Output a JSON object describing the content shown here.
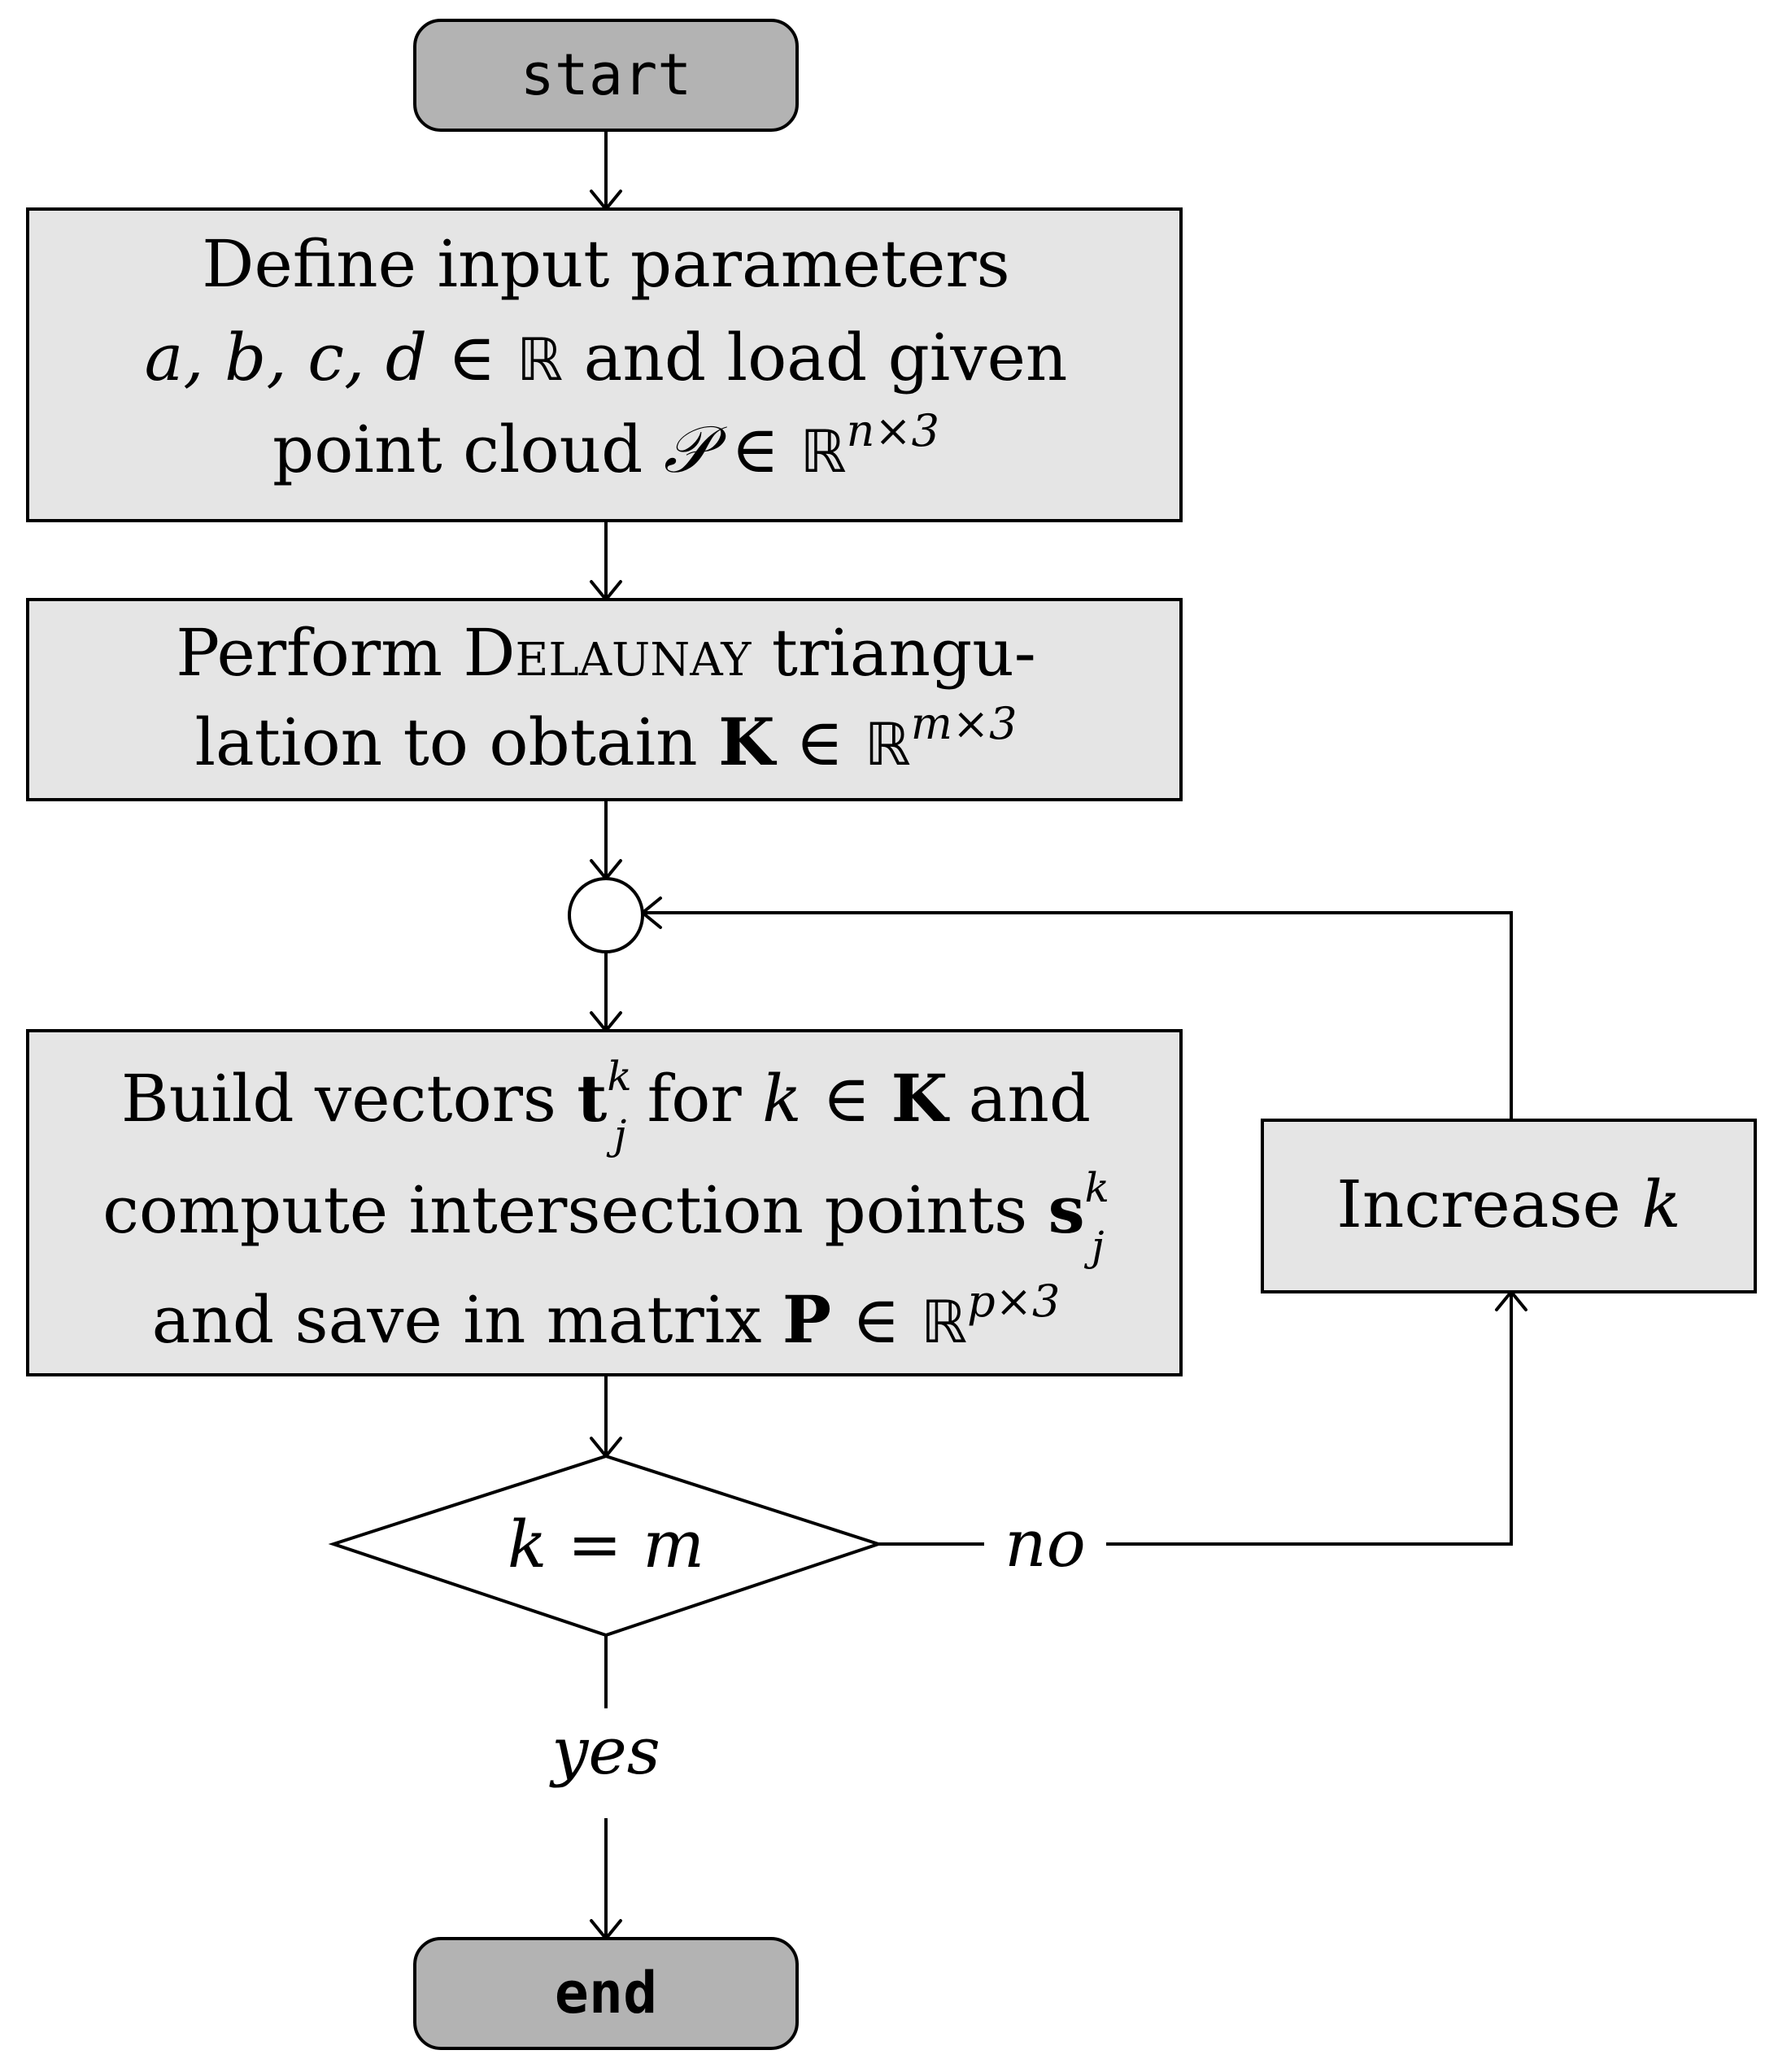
{
  "nodes": {
    "start": {
      "label": "start"
    },
    "define": {
      "line1": "Define input parameters",
      "line2_vars": "a, b, c, d",
      "line2_in": "∈",
      "line2_set": "ℝ",
      "line2_rest": "and load given",
      "line3_text": "point cloud",
      "line3_sym": "𝒫",
      "line3_in": "∈",
      "line3_set": "ℝ",
      "line3_sup": "n×3"
    },
    "delaunay": {
      "line1_pre": "Perform",
      "line1_name": "Delaunay",
      "line1_post": "triangu-",
      "line2_text": "lation to obtain",
      "line2_sym": "K",
      "line2_in": "∈",
      "line2_set": "ℝ",
      "line2_sup": "m×3"
    },
    "build": {
      "line1_pre": "Build vectors",
      "line1_vec": "t",
      "line1_sup": "k",
      "line1_sub": "j",
      "line1_mid": "for",
      "line1_var": "k",
      "line1_in": "∈",
      "line1_sym": "K",
      "line1_post": "and",
      "line2_pre": "compute intersection points",
      "line2_vec": "s",
      "line2_sup": "k",
      "line2_sub": "j",
      "line3_pre": "and save in matrix",
      "line3_sym": "P",
      "line3_in": "∈",
      "line3_set": "ℝ",
      "line3_sup": "p×3"
    },
    "decision": {
      "label": "k = m"
    },
    "increase": {
      "text": "Increase",
      "var": "k"
    },
    "end": {
      "label": "end"
    }
  },
  "edges": {
    "no_label": "no",
    "yes_label": "yes"
  },
  "colors": {
    "process_fill": "#e5e5e5",
    "terminal_fill": "#b3b3b3",
    "stroke": "#000000"
  }
}
